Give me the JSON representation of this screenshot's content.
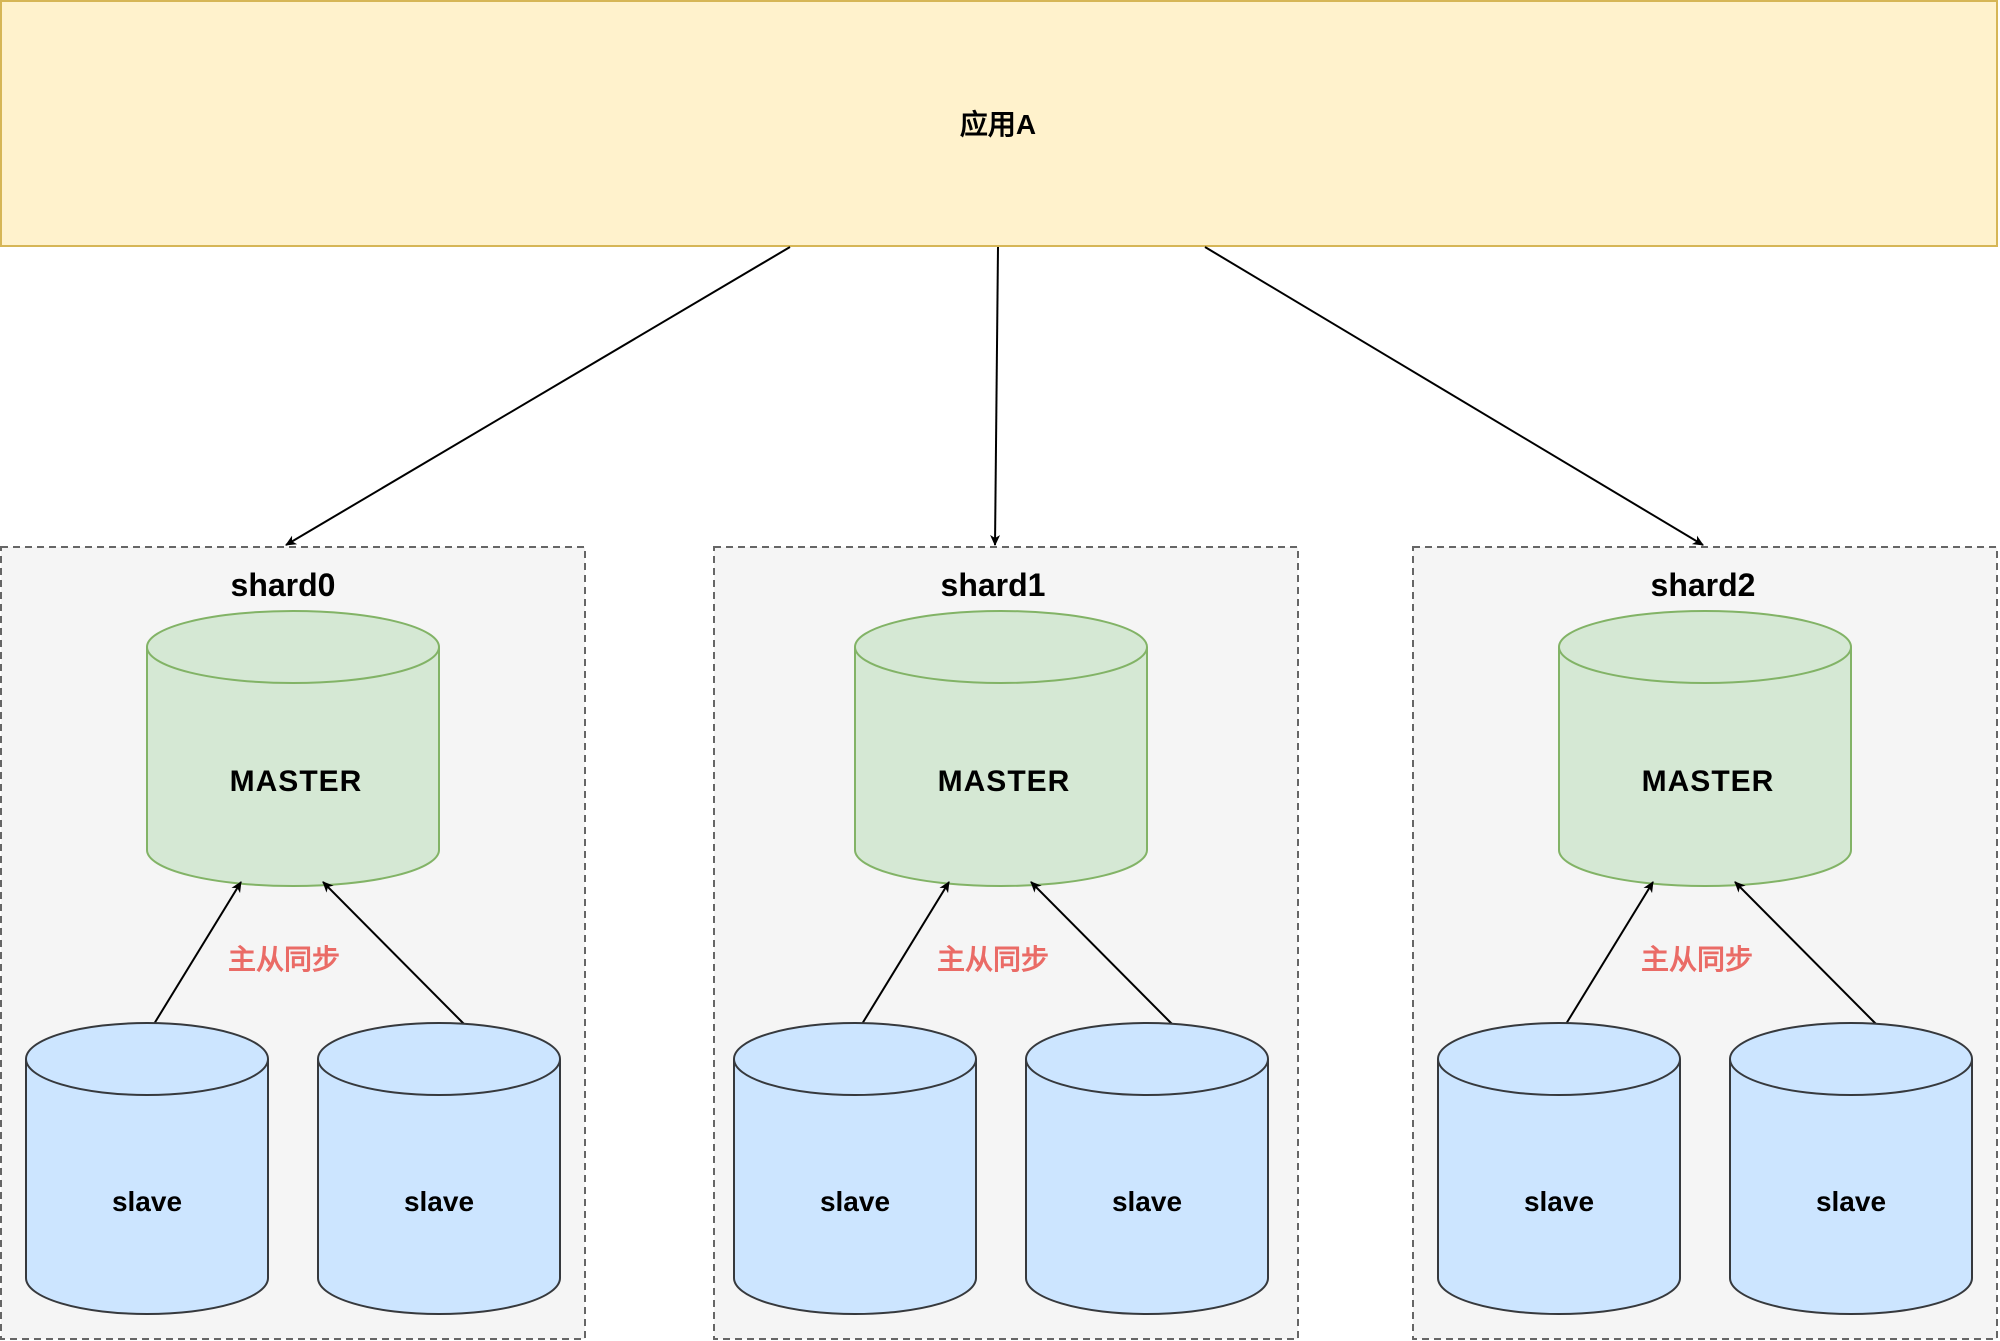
{
  "app": {
    "label": "应用A"
  },
  "colors": {
    "app_fill": "#fff2cc",
    "app_stroke": "#d6b656",
    "shard_fill": "#f5f5f5",
    "shard_stroke": "#666666",
    "master_fill": "#d5e8d4",
    "master_stroke": "#82b366",
    "slave_fill": "#cce5ff",
    "slave_stroke": "#36393d",
    "sync_text": "#ea6b66",
    "edge": "#000000"
  },
  "shards": [
    {
      "name": "shard0",
      "master": "MASTER",
      "sync_label": "主从同步",
      "slaves": [
        "slave",
        "slave"
      ]
    },
    {
      "name": "shard1",
      "master": "MASTER",
      "sync_label": "主从同步",
      "slaves": [
        "slave",
        "slave"
      ]
    },
    {
      "name": "shard2",
      "master": "MASTER",
      "sync_label": "主从同步",
      "slaves": [
        "slave",
        "slave"
      ]
    }
  ]
}
